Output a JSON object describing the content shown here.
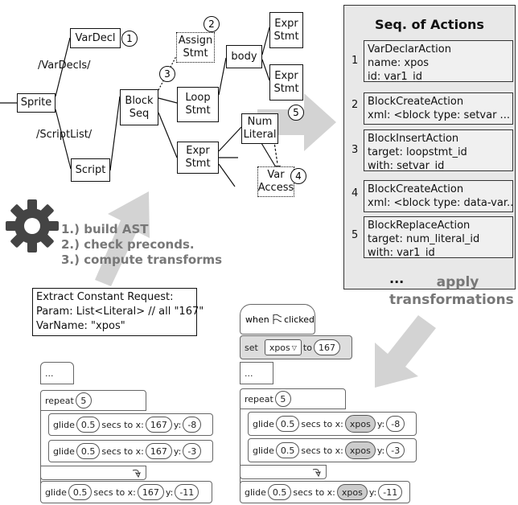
{
  "ast": {
    "sprite": "Sprite",
    "script": "Script",
    "vardecl": "VarDecl",
    "block_seq": "Block Seq",
    "assign_stmt": "Assign Stmt",
    "loop_stmt": "Loop Stmt",
    "expr_stmt": "Expr Stmt",
    "body": "body",
    "expr_stmt_1": "Expr Stmt",
    "expr_stmt_2": "Expr Stmt",
    "num_literal": "Num Literal",
    "var_access": "Var Access",
    "edge_vardecls": "/VarDecls/",
    "edge_scriptlist": "/ScriptList/",
    "markers": [
      "1",
      "2",
      "3",
      "4",
      "5"
    ]
  },
  "panel": {
    "title": "Seq. of Actions",
    "actions": [
      {
        "num": "1",
        "lines": [
          "VarDeclarAction",
          "name: xpos",
          "id: var1_id"
        ]
      },
      {
        "num": "2",
        "lines": [
          "BlockCreateAction",
          "xml: <block type: setvar ..."
        ]
      },
      {
        "num": "3",
        "lines": [
          "BlockInsertAction",
          "target: loopstmt_id",
          "with: setvar_id"
        ]
      },
      {
        "num": "4",
        "lines": [
          "BlockCreateAction",
          "xml: <block type: data-var..."
        ]
      },
      {
        "num": "5",
        "lines": [
          "BlockReplaceAction",
          "target: num_literal_id",
          "with: var1_id"
        ]
      }
    ],
    "ellipsis": "..."
  },
  "steps": {
    "s1": "1.) build AST",
    "s2": "2.) check preconds.",
    "s3": "3.) compute transforms"
  },
  "apply": {
    "line1": "apply",
    "line2": "transformations"
  },
  "request": {
    "line1": "Extract Constant Request:",
    "line2": "Param: List<Literal> // all \"167\"",
    "line3": "VarName: \"xpos\""
  },
  "scratch": {
    "ellipsis": "...",
    "when_label": "when",
    "clicked_label": "clicked",
    "set_label": "set",
    "var_name": "xpos",
    "to_label": "to",
    "set_value": "167",
    "repeat_label": "repeat",
    "repeat_count": "5",
    "glide_label": "glide",
    "secs_label": "secs to x:",
    "y_label": "y:",
    "glide_secs": "0.5",
    "x_value": "167",
    "y_values": [
      "-8",
      "-3",
      "-11"
    ]
  },
  "colors": {
    "panel_bg": "#e8e8e8",
    "arrow_grey": "#d0d0d0",
    "text_grey": "#777777"
  }
}
